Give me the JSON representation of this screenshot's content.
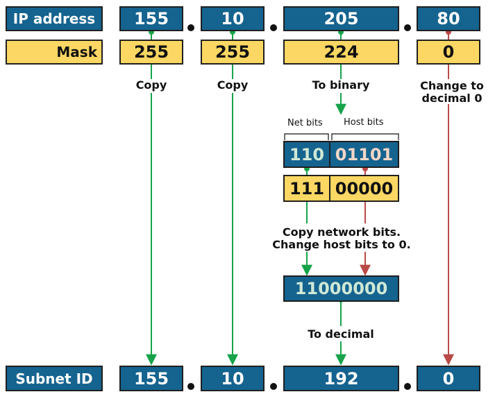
{
  "ip_row": {
    "label": "IP address",
    "octets": [
      "155",
      "10",
      "205",
      "80"
    ]
  },
  "mask_row": {
    "label": "Mask",
    "octets": [
      "255",
      "255",
      "224",
      "0"
    ]
  },
  "steps": {
    "copy_1": "Copy",
    "copy_2": "Copy",
    "to_binary": "To binary",
    "change_to_zero_line1": "Change to",
    "change_to_zero_line2": "decimal 0",
    "copy_network_line1": "Copy network bits.",
    "copy_network_line2": "Change host bits to 0.",
    "to_decimal": "To decimal"
  },
  "binary": {
    "net_bits_label": "Net bits",
    "host_bits_label": "Host bits",
    "ip_net_bits": "110",
    "ip_host_bits": "01101",
    "mask_net_bits": "111",
    "mask_host_bits": "00000",
    "result_bits": "11000000"
  },
  "subnet_row": {
    "label": "Subnet ID",
    "octets": [
      "155",
      "10",
      "192",
      "0"
    ]
  },
  "colors": {
    "box_blue": "#15638f",
    "box_yellow": "#fcd763",
    "arrow_green": "#16a34a",
    "arrow_red": "#b94a48",
    "text_light_green": "#cfe8d6",
    "text_light_pink": "#f3d6c7"
  }
}
